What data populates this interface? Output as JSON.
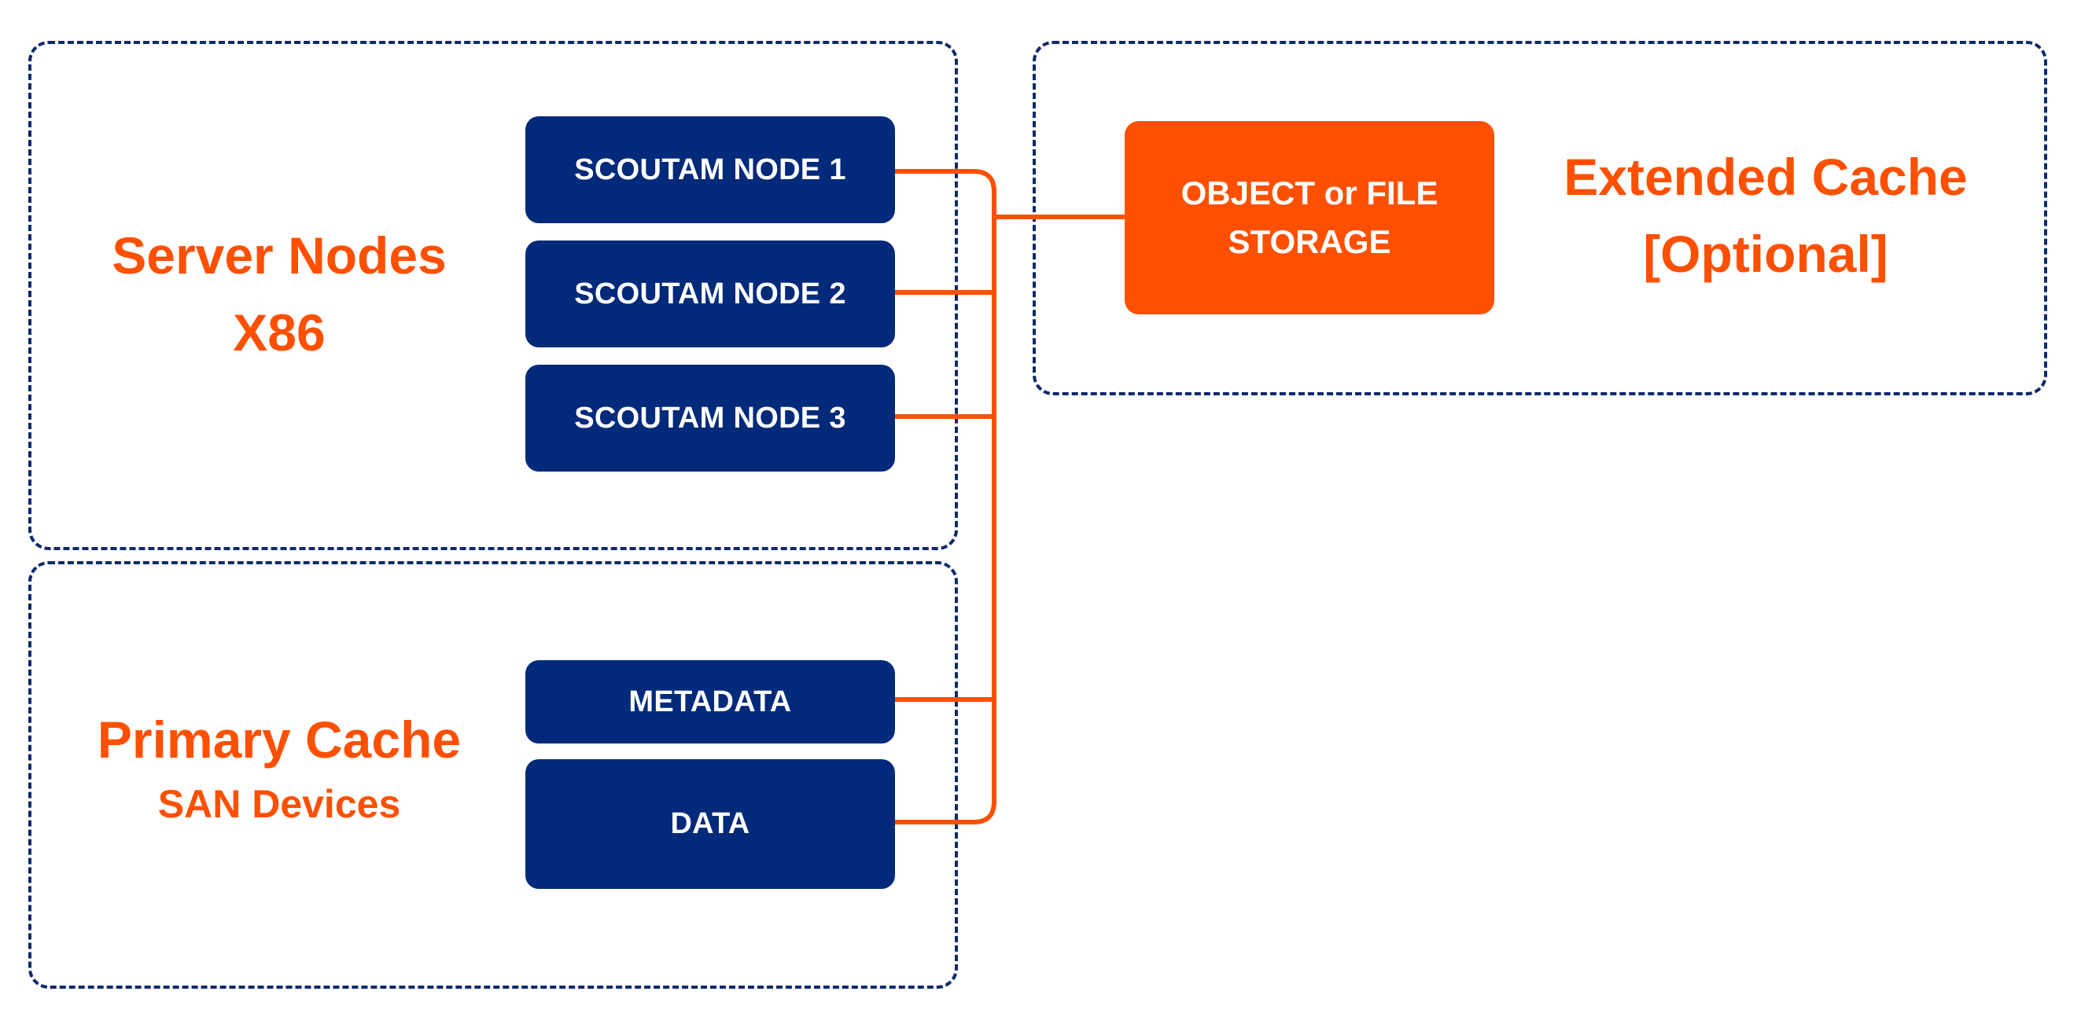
{
  "colors": {
    "accent_orange": "#fe5000",
    "node_navy": "#022a7a",
    "border_navy": "#0d2a6b"
  },
  "server_group": {
    "title_line1": "Server Nodes",
    "title_line2": "X86",
    "nodes": [
      "SCOUTAM NODE 1",
      "SCOUTAM NODE 2",
      "SCOUTAM NODE 3"
    ]
  },
  "primary_group": {
    "title": "Primary Cache",
    "subtitle": "SAN Devices",
    "devices": [
      "METADATA",
      "DATA"
    ]
  },
  "extended_group": {
    "title_line1": "Extended Cache",
    "title_line2": "[Optional]",
    "storage_line1": "OBJECT or FILE",
    "storage_line2": "STORAGE"
  }
}
